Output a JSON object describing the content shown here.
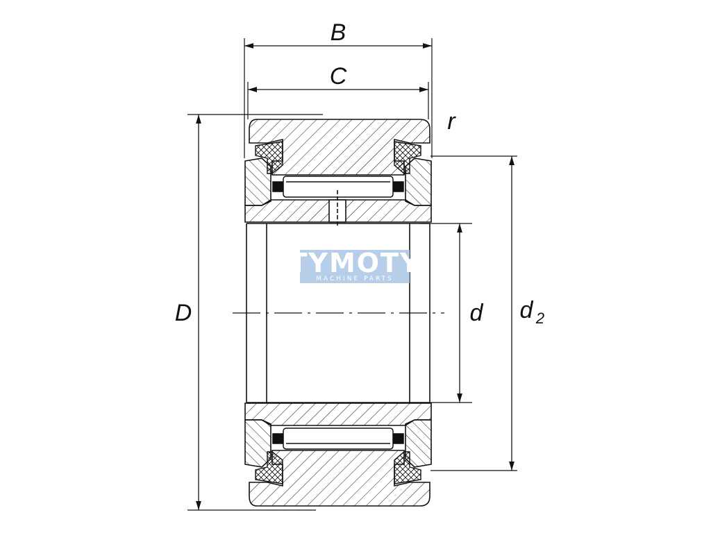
{
  "labels": {
    "B": "B",
    "C": "C",
    "r": "r",
    "D": "D",
    "d": "d",
    "d2_main": "d",
    "d2_sub": "2"
  },
  "watermark": {
    "title": "TYMOTY",
    "subtitle": "MACHINE PARTS",
    "color": "#a9c6e3"
  },
  "colors": {
    "line": "#111111",
    "background": "#ffffff"
  }
}
